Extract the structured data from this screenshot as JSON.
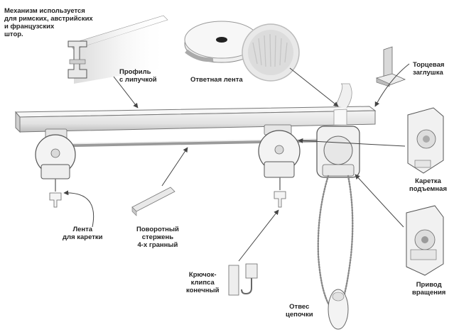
{
  "labels": {
    "mechanism_note": [
      "Механизм используется",
      "для римских, австрийских",
      "и французских",
      "штор."
    ],
    "profile": [
      "Профиль",
      "с липучкой"
    ],
    "counter_tape": [
      "Ответная лента"
    ],
    "end_cap": [
      "Торцевая",
      "заглушка"
    ],
    "carriage_lift": [
      "Каретка",
      "подъемная"
    ],
    "drive": [
      "Привод",
      "вращения"
    ],
    "carriage_tape": [
      "Лента",
      "для каретки"
    ],
    "rod": [
      "Поворотный",
      "стержень",
      "4-х гранный"
    ],
    "hook": [
      "Крючок-",
      "клипса",
      "конечный"
    ],
    "chain_weight": [
      "Отвес",
      "цепочки"
    ]
  },
  "colors": {
    "outline": "#555555",
    "part_fill": "#f2f2f2",
    "rail_fill": "#e4e4e4",
    "text": "#222222"
  }
}
